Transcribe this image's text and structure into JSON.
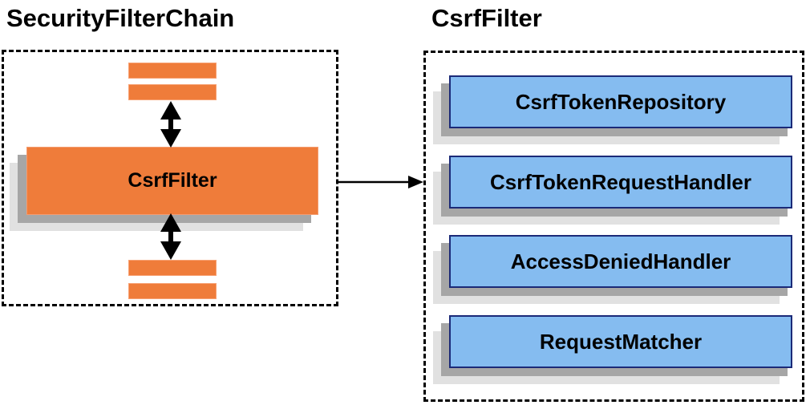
{
  "left_panel": {
    "title": "SecurityFilterChain",
    "filter_box_label": "CsrfFilter",
    "other_filters": [
      "filter-bar",
      "filter-bar",
      "filter-bar",
      "filter-bar"
    ]
  },
  "right_panel": {
    "title": "CsrfFilter",
    "components": [
      {
        "label": "CsrfTokenRepository"
      },
      {
        "label": "CsrfTokenRequestHandler"
      },
      {
        "label": "AccessDeniedHandler"
      },
      {
        "label": "RequestMatcher"
      }
    ]
  },
  "icons": {
    "bidirectional_arrow": "double-headed vertical arrow",
    "flow_arrow": "right-pointing arrow"
  },
  "colors": {
    "orange_fill": "#EF7C3A",
    "orange_border": "#F7A173",
    "blue_fill": "#85BCF0",
    "blue_border": "#1B2A78",
    "shadow_dark": "#A6A6A6",
    "shadow_light": "#E1E1E1",
    "line": "#000000",
    "text": "#000000",
    "background": "#FFFFFF"
  }
}
